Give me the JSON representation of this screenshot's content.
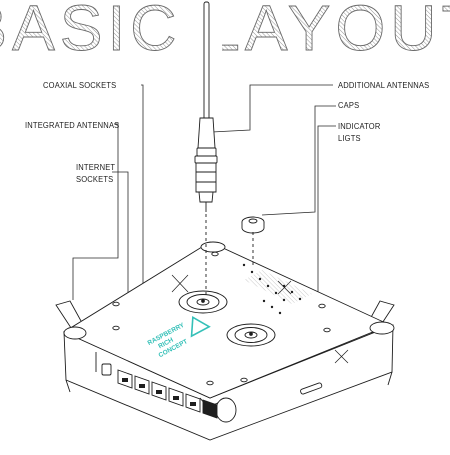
{
  "title": "BASIC LAYOUT",
  "labels": {
    "coaxial_sockets": "COAXIAL SOCKETS",
    "integrated_antennas": "INTEGRATED ANTENNAS",
    "internet_sockets": "INTERNET\nSOCKETS",
    "additional_antennas": "ADDITIONAL ANTENNAS",
    "caps": "CAPS",
    "indicator_lights": "INDICATOR\nLIGTS"
  },
  "device_logo": {
    "line1": "RASPBERRY",
    "line2": "RICH",
    "line3": "CONCEPT",
    "accent": "#35c0b8"
  },
  "colors": {
    "ink": "#1e1e1e",
    "hatch": "#8a8a8a",
    "accent": "#35c0b8"
  },
  "icons": [
    "antenna-icon",
    "cap-icon",
    "router-device",
    "ethernet-port-icon",
    "led-indicator-icon"
  ]
}
